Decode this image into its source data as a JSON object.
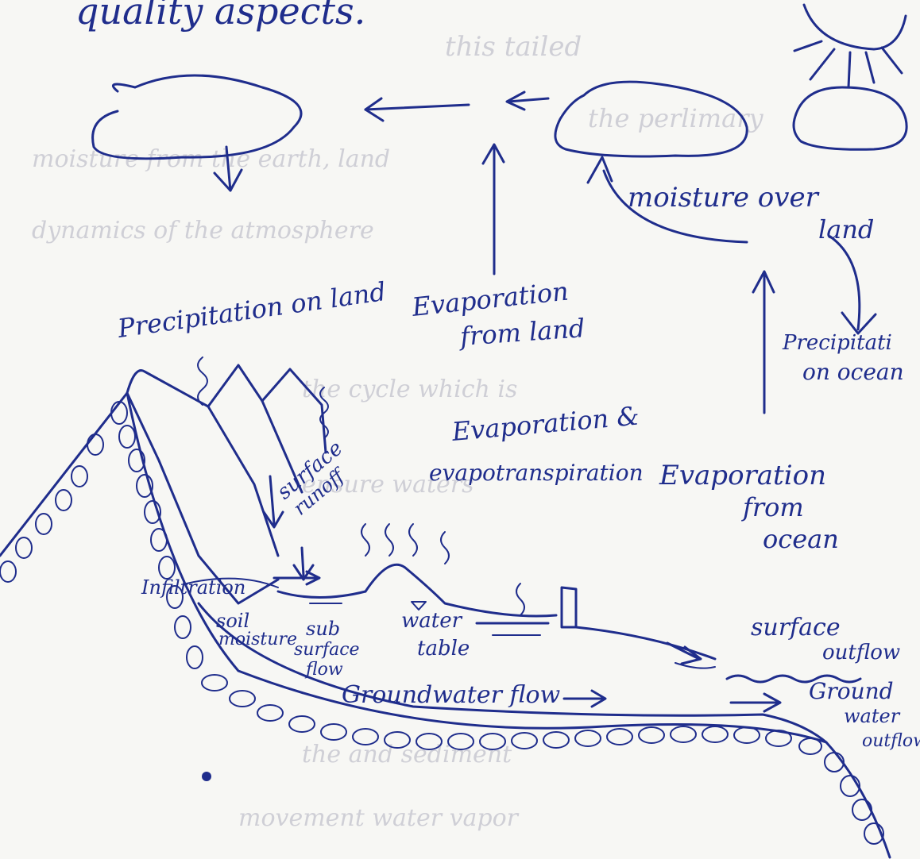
{
  "header_text": "quality aspects.",
  "labels": {
    "moisture_over_land": [
      "moisture over",
      "land"
    ],
    "precipitation_on_land": "Precipitation on land",
    "evaporation_from_land": [
      "Evaporation",
      "from land"
    ],
    "precipitation_on_ocean": [
      "Precipitati",
      "on ocean"
    ],
    "evap_evapotranspiration": [
      "Evaporation &",
      "evapotranspiration"
    ],
    "evaporation_from_ocean": [
      "Evaporation",
      "from",
      "ocean"
    ],
    "surface_runoff": [
      "surface",
      "runoff"
    ],
    "infiltration": "Infiltration",
    "soil_moisture": [
      "soil",
      "moisture"
    ],
    "sub_surface_flow": [
      "sub",
      "surface",
      "flow"
    ],
    "water_table": [
      "water",
      "table"
    ],
    "groundwater_flow": "Groundwater flow",
    "surface_outflow": [
      "surface",
      "outflow"
    ],
    "ground_water_outflow": [
      "Ground",
      "water",
      "outflow"
    ]
  },
  "colors": {
    "ink": "#1f2d8c",
    "paper": "#f7f7f4",
    "bleed": "#cfcfd6"
  }
}
